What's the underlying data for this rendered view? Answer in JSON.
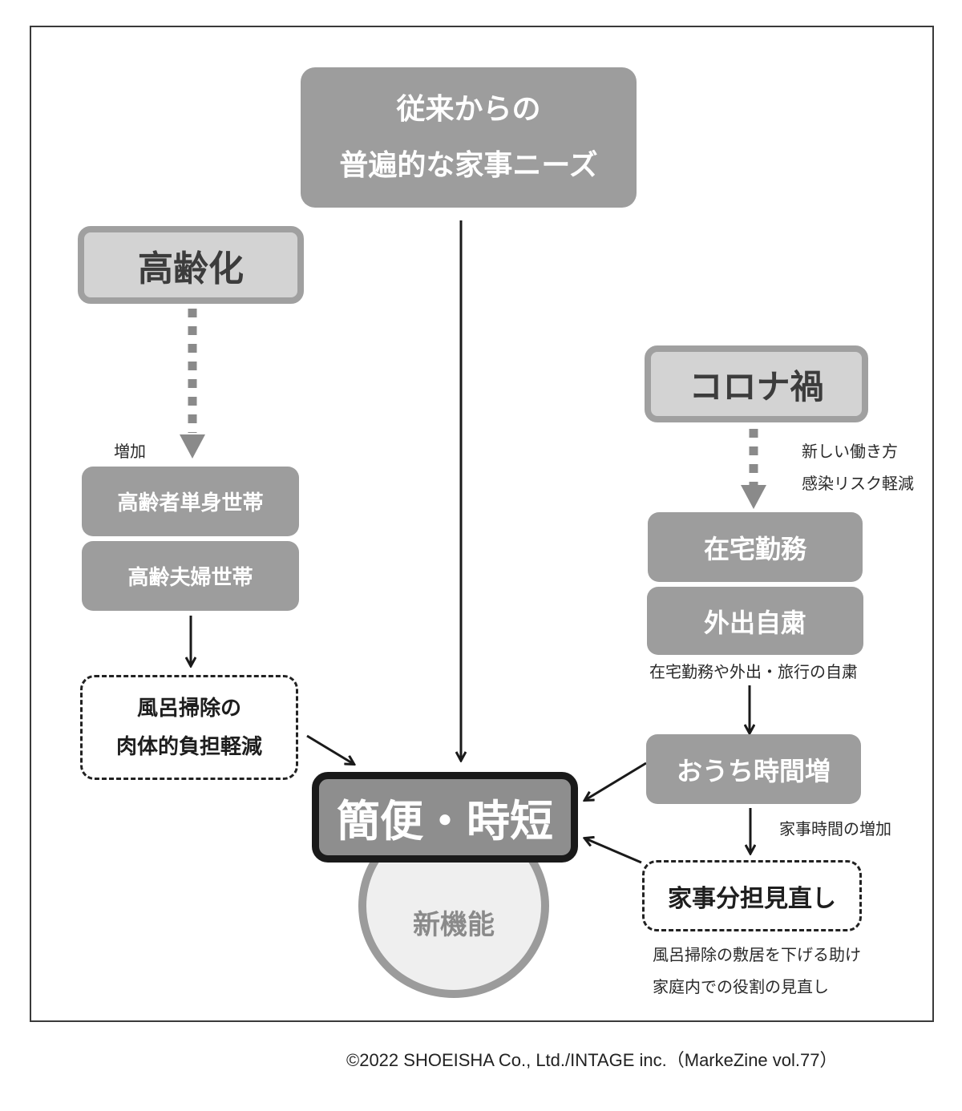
{
  "diagram": {
    "top_node": {
      "line1": "従来からの",
      "line2": "普遍的な家事ニーズ"
    },
    "left_branch": {
      "source": "高齢化",
      "edge_label": "増加",
      "box1": "高齢者単身世帯",
      "box2": "高齢夫婦世帯",
      "outcome": {
        "line1": "風呂掃除の",
        "line2": "肉体的負担軽減"
      }
    },
    "right_branch": {
      "source": "コロナ禍",
      "edge_labels": [
        "新しい働き方",
        "感染リスク軽減"
      ],
      "box1": "在宅勤務",
      "box2": "外出自粛",
      "box2_note": "在宅勤務や外出・旅行の自粛",
      "home_time": "おうち時間増",
      "home_time_note": "家事時間の増加",
      "outcome": "家事分担見直し",
      "outcome_notes": [
        "風呂掃除の敷居を下げる助け",
        "家庭内での役割の見直し"
      ]
    },
    "center_node": "簡便・時短",
    "circle_node": "新機能"
  },
  "footer": {
    "copyright": "©2022 SHOEISHA Co., Ltd./INTAGE inc.（MarkeZine vol.77）"
  }
}
